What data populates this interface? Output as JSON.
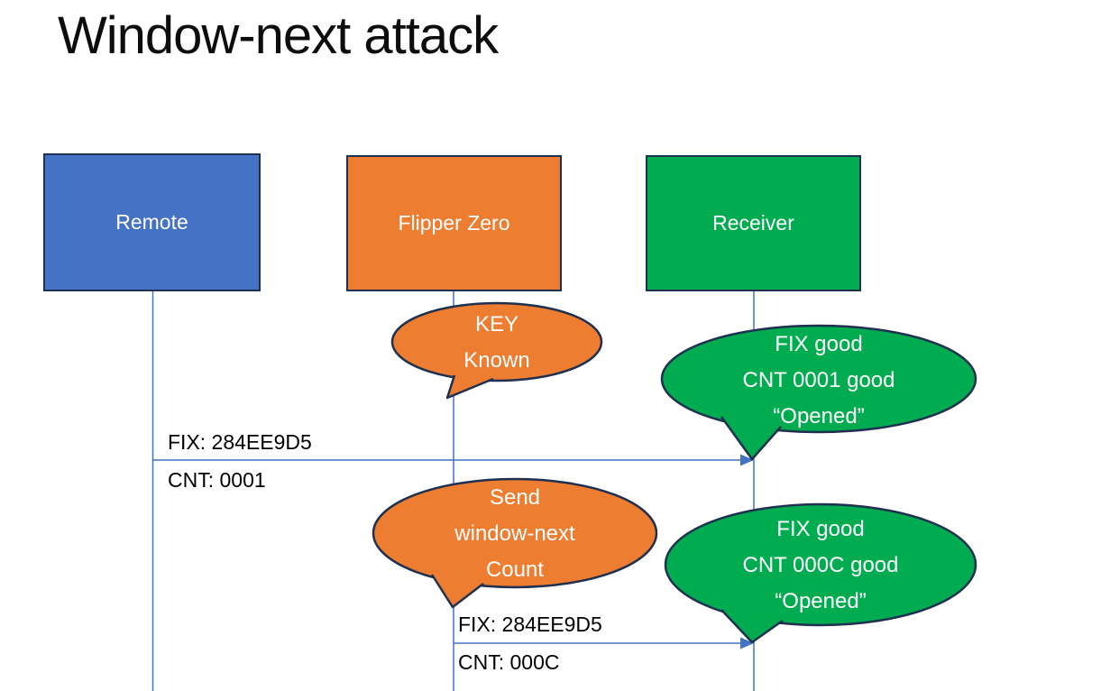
{
  "title": "Window-next attack",
  "actors": {
    "remote": {
      "label": "Remote",
      "fill": "#4472c4"
    },
    "flipper": {
      "label": "Flipper Zero",
      "fill": "#ed7d31"
    },
    "receiver": {
      "label": "Receiver",
      "fill": "#00ac4f"
    }
  },
  "callouts": {
    "key_known": {
      "line1": "KEY",
      "line2": "Known"
    },
    "fix_good_1": {
      "line1": "FIX good",
      "line2": "CNT 0001 good",
      "line3": "“Opened”"
    },
    "send_window_next": {
      "line1": "Send",
      "line2": "window-next",
      "line3": "Count"
    },
    "fix_good_2": {
      "line1": "FIX good",
      "line2": "CNT 000C good",
      "line3": "“Opened”"
    }
  },
  "messages": {
    "msg1": {
      "fix": "FIX: 284EE9D5",
      "cnt": "CNT: 0001"
    },
    "msg2": {
      "fix": "FIX: 284EE9D5",
      "cnt": "CNT: 000C"
    }
  },
  "colors": {
    "connector_blue": "#4472c4",
    "outline_navy": "#1f3050",
    "remote_fill": "#4472c4",
    "flipper_fill": "#ed7d31",
    "receiver_fill": "#00ac4f",
    "text_on_shapes": "#ffffff",
    "label_text": "#000000"
  }
}
